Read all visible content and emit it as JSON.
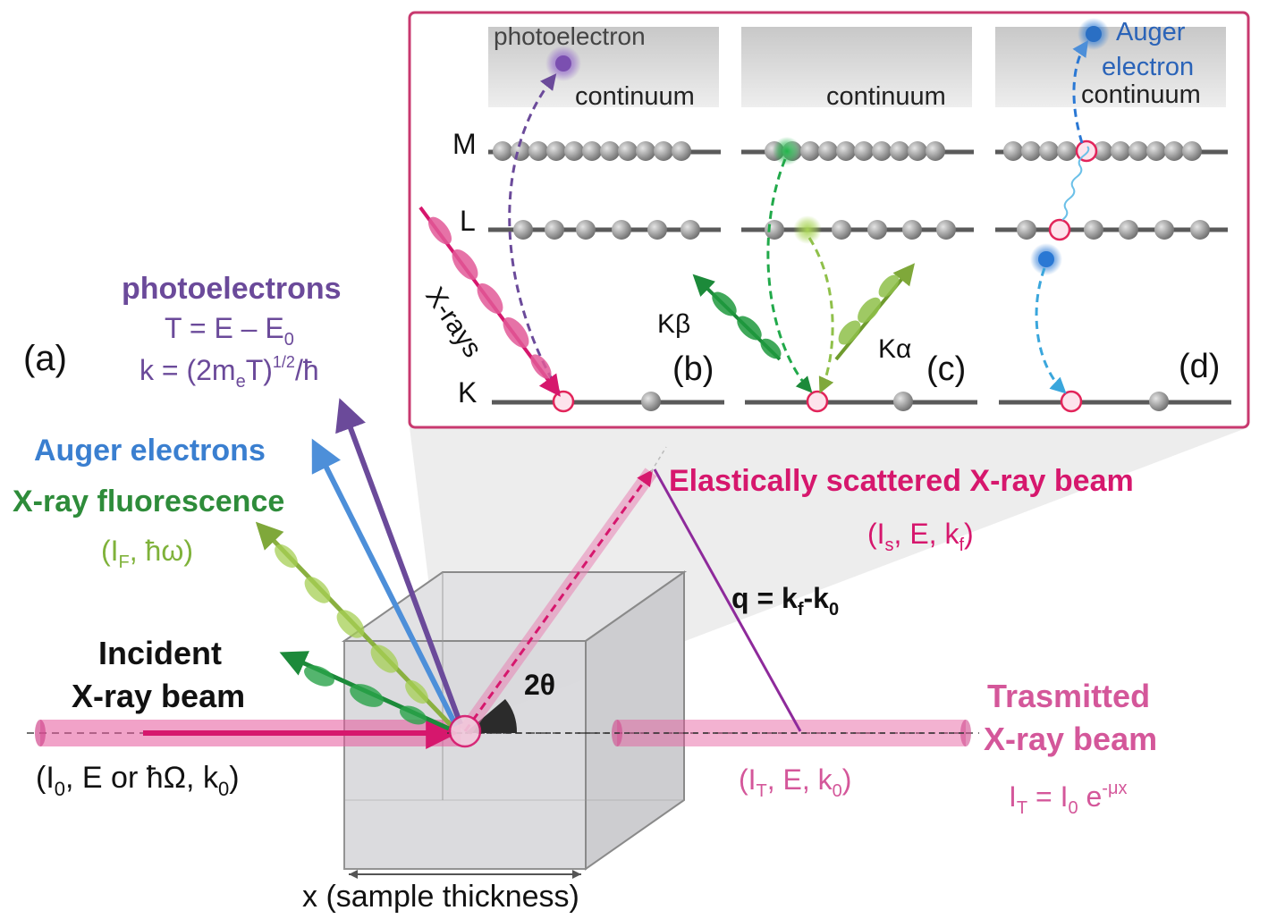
{
  "panel_a": {
    "label": "(a)",
    "photoelectrons": {
      "title": "photoelectrons",
      "T_eq": "T = E – E",
      "T_sub": "0",
      "k_eq": "k = (2m",
      "k_sub": "e",
      "k_mid": "T)",
      "k_sup": "1/2",
      "k_end": "/ħ"
    },
    "auger": {
      "title": "Auger electrons"
    },
    "fluorescence": {
      "title": "X-ray fluorescence",
      "params_open": "(I",
      "params_sub": "F",
      "params_close": ", ħω)"
    },
    "incident": {
      "line1": "Incident",
      "line2": "X-ray beam",
      "params_open": "(I",
      "params_sub0": "0",
      "params_mid": ", E or ħΩ, k",
      "params_sub1": "0",
      "params_close": ")"
    },
    "scattered": {
      "title": "Elastically scattered X-ray beam",
      "p_open": "(I",
      "p_sub_s": "s",
      "p_mid": ", E, k",
      "p_sub_f": "f",
      "p_close": ")"
    },
    "q": {
      "pre": "q = k",
      "sub_f": "f",
      "mid": "-k",
      "sub_0": "0"
    },
    "angle": "2θ",
    "transmitted": {
      "line1": "Trasmitted",
      "line2": "X-ray beam",
      "p_open": "(I",
      "p_sub": "T",
      "p_mid": ", E, k",
      "p_sub0": "0",
      "p_close": ")",
      "eq_I": "I",
      "eq_sub_T": "T",
      "eq_mid": " = I",
      "eq_sub_0": "0",
      "eq_e": " e",
      "eq_sup": "-μx"
    },
    "thickness": "x (sample thickness)"
  },
  "inset": {
    "levels": {
      "M": "M",
      "L": "L",
      "K": "K"
    },
    "xrays": "X-rays",
    "photoelectron": "photoelectron",
    "continuum": "continuum",
    "b_label": "(b)",
    "c_label": "(c)",
    "d_label": "(d)",
    "kbeta": "Kβ",
    "kalpha": "Kα",
    "auger_line1": "Auger",
    "auger_line2": "electron"
  },
  "colors": {
    "magenta": "#d6176d",
    "purple": "#6b4a9a",
    "blue": "#3a7fd0",
    "green": "#1c8a3a",
    "lightgreen": "#7fb23a",
    "pink_text": "#d4579a",
    "frame": "#c8396f"
  }
}
